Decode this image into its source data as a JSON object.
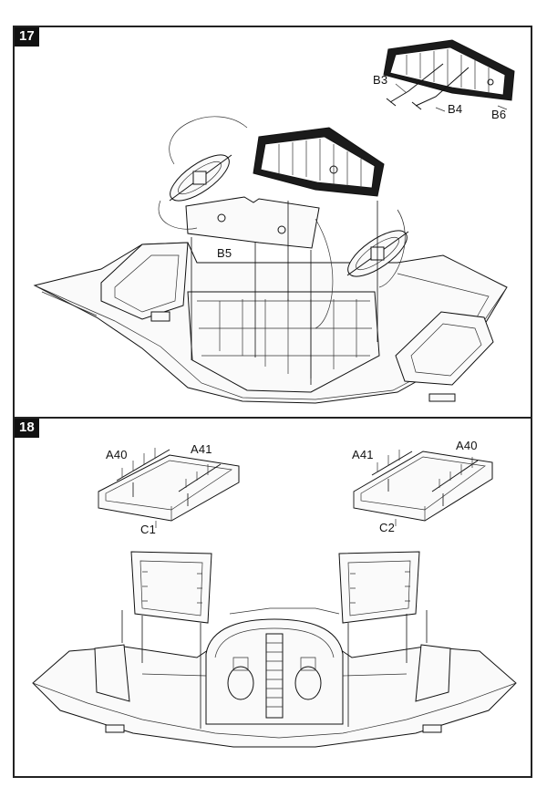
{
  "steps": [
    {
      "number": "17",
      "parts": {
        "b3": "B3",
        "b4": "B4",
        "b5": "B5",
        "b6": "B6"
      }
    },
    {
      "number": "18",
      "parts": {
        "a40_left": "A40",
        "a41_left": "A41",
        "c1": "C1",
        "a41_right": "A41",
        "a40_right": "A40",
        "c2": "C2"
      }
    }
  ]
}
